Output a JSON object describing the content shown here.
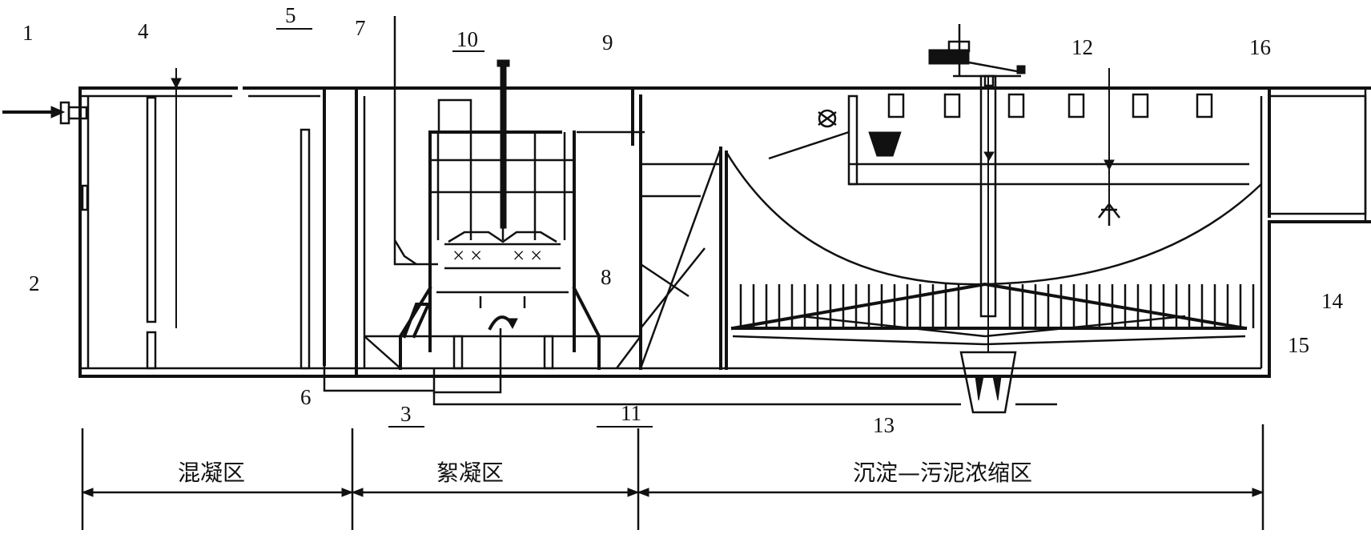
{
  "labels": {
    "l1": "1",
    "l2": "2",
    "l3": "3",
    "l4": "4",
    "l5": "5",
    "l6": "6",
    "l7": "7",
    "l8": "8",
    "l9": "9",
    "l10": "10",
    "l11": "11",
    "l12": "12",
    "l13": "13",
    "l14": "14",
    "l15": "15",
    "l16": "16"
  },
  "zones": {
    "coagulation": "混凝区",
    "flocculation": "絮凝区",
    "settling": "沉淀—污泥浓缩区"
  }
}
